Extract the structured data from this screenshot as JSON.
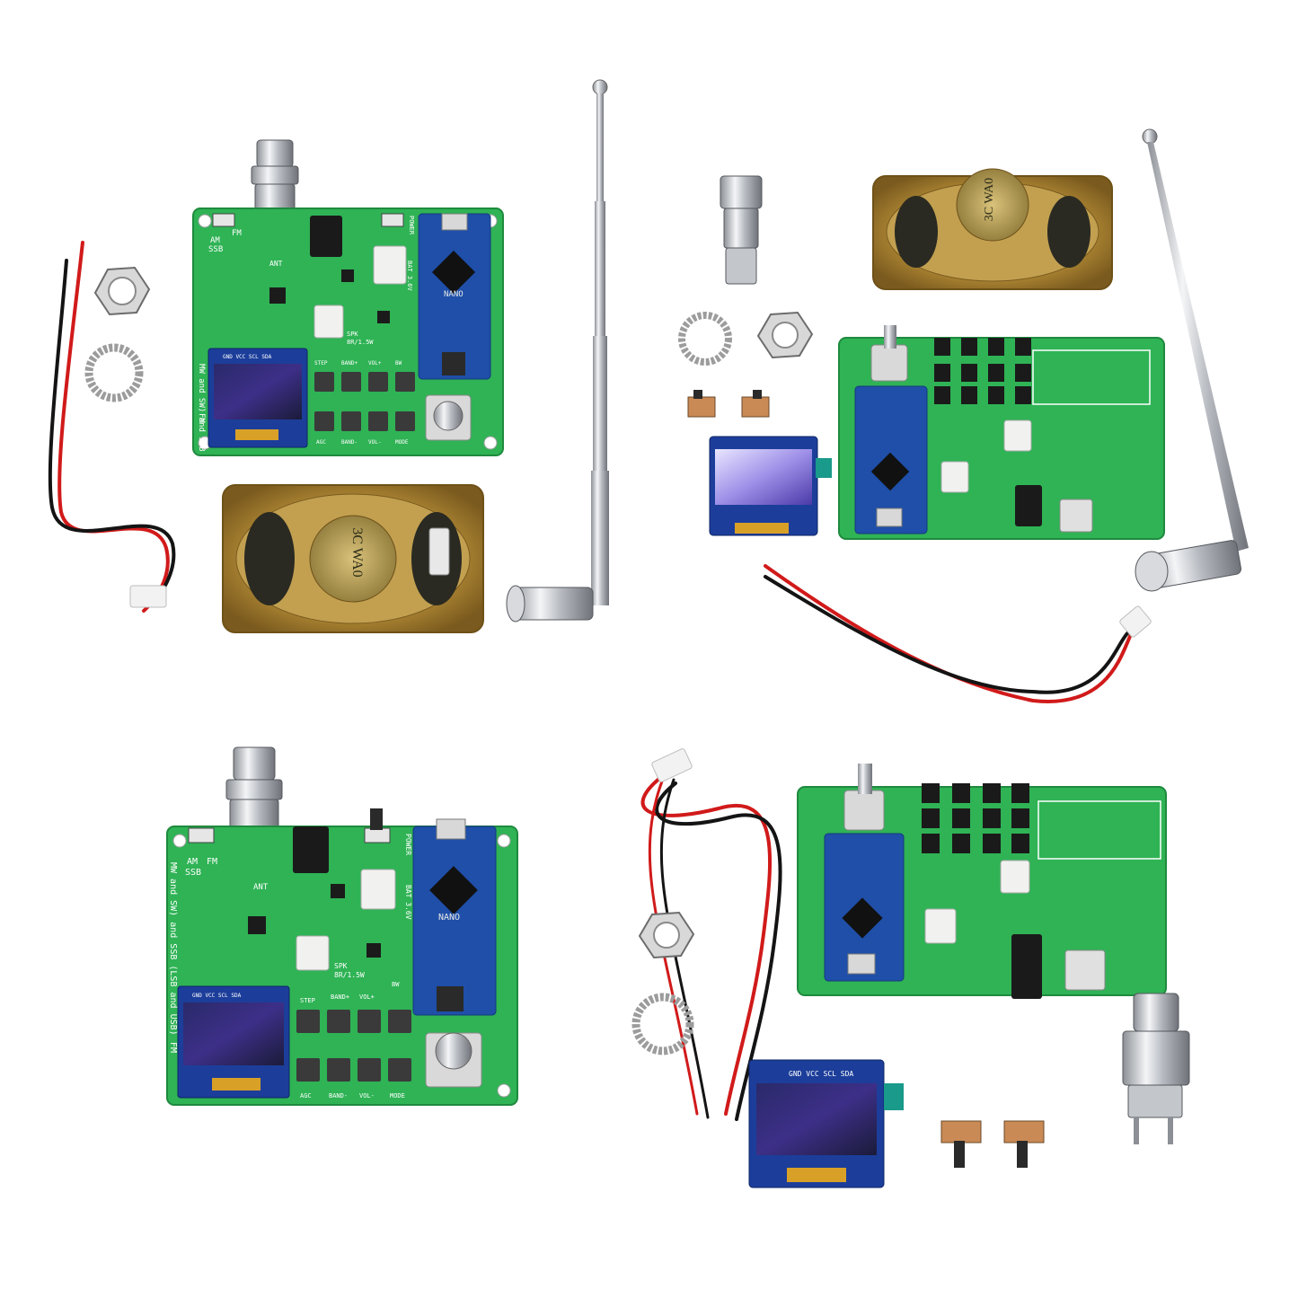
{
  "colors": {
    "pcb_green": "#2fb355",
    "pcb_green_dark": "#1f8a3e",
    "nano_blue": "#1f4fa8",
    "oled_blue": "#1c3e9a",
    "wire_red": "#d11a1a",
    "wire_black": "#141414",
    "metal": "#c9ccd1",
    "speaker_brass": "#c8a24a"
  },
  "icons": [
    "bnc-connector-icon",
    "nut-icon",
    "lock-washer-icon",
    "slide-switch-icon",
    "rotary-encoder-icon"
  ],
  "boards": [
    {
      "id": "tl",
      "title_vertical": "MW and SW) and SSB (LSB and USB)",
      "prefix": "FM",
      "mode_labels": [
        "AM",
        "SSB",
        "FM"
      ],
      "ant": "ANT",
      "power": "POWER",
      "bat": "BAT 3.6V",
      "spk": "SPK",
      "spk_spec": "8R/1.5W",
      "btn_top": [
        "STEP",
        "BAND+",
        "VOL+",
        "BW"
      ],
      "btn_bottom": [
        "AGC",
        "BAND-",
        "VOL-",
        "MODE"
      ],
      "nano": "NANO",
      "oled_pins": "GND VCC SCL SDA"
    },
    {
      "id": "bl",
      "title_vertical": "MW and SW) and SSB (LSB and USB)",
      "prefix": "FM",
      "mode_labels": [
        "AM",
        "SSB",
        "FM"
      ],
      "ant": "ANT",
      "power": "POWER",
      "bat": "BAT 3.6V",
      "spk": "SPK",
      "spk_spec": "8R/1.5W",
      "btn_top": [
        "STEP",
        "BAND+",
        "VOL+",
        "BW"
      ],
      "btn_bottom": [
        "AGC",
        "BAND-",
        "VOL-",
        "MODE"
      ],
      "nano": "NANO",
      "oled_pins": "GND VCC SCL SDA"
    }
  ],
  "speaker_label": "3C WA0",
  "oled_module_pins": "GND VCC SCL SDA"
}
